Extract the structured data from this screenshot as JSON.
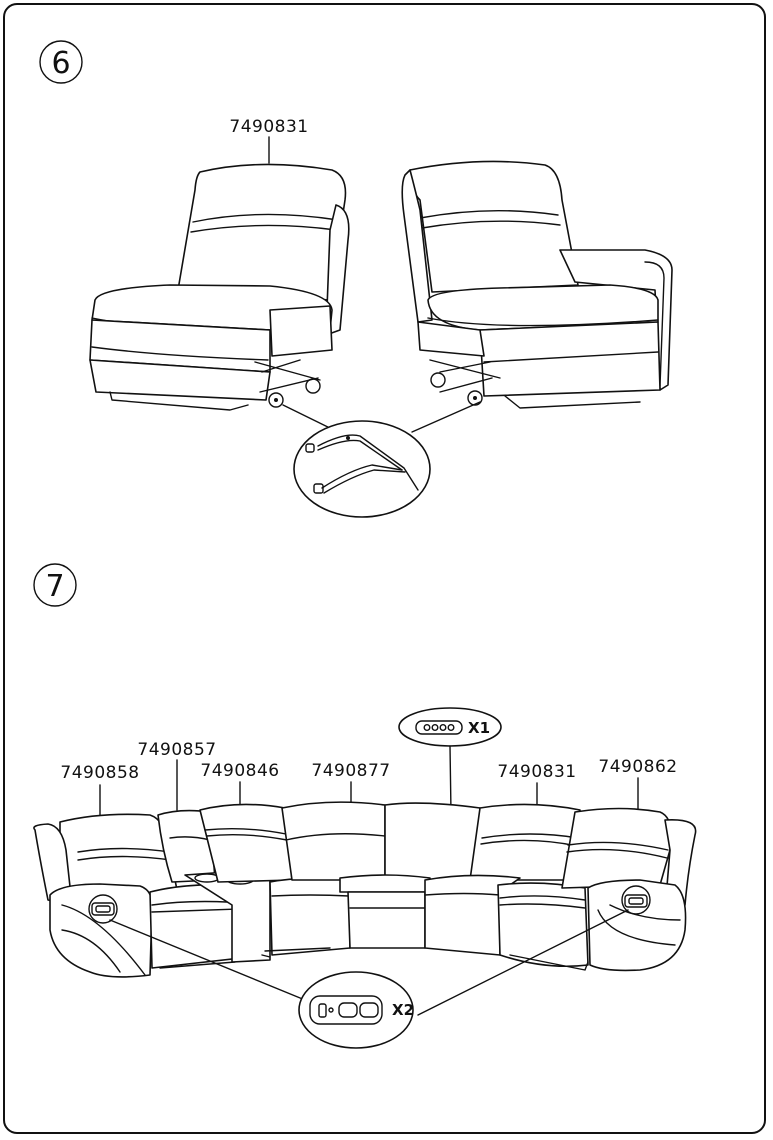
{
  "steps": {
    "step6": "6",
    "step7": "7"
  },
  "step6_labels": {
    "seat_a": "7490831"
  },
  "step7_labels": {
    "wedge_right": "7490858",
    "console": "7490857",
    "recliner_left": "7490846",
    "wedge_corner": "7490877",
    "recliner_right": "7490831",
    "wedge_left": "7490862"
  },
  "callouts": {
    "adapter_qty": "X1",
    "switch_qty": "X2"
  }
}
